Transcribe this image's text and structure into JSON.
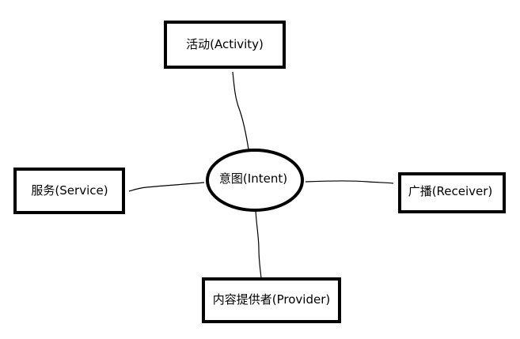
{
  "diagram": {
    "center": {
      "label": "意图(Intent)"
    },
    "nodes": {
      "activity": {
        "label": "活动(Activity)"
      },
      "service": {
        "label": "服务(Service)"
      },
      "receiver": {
        "label": "广播(Receiver)"
      },
      "provider": {
        "label": "内容提供者(Provider)"
      }
    }
  },
  "colors": {
    "stroke": "#000000",
    "background": "#ffffff"
  }
}
